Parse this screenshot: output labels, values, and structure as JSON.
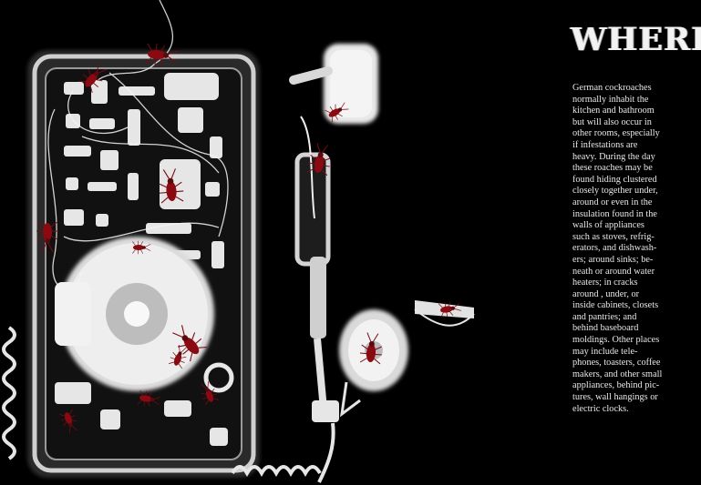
{
  "heading": "WHERE",
  "body_text": "German cockroaches\nnormally inhabit the\nkitchen and bathroom\nbut will also occur in\nother rooms, especially\nif infestations are\nheavy. During the day\nthese roaches may be\nfound hiding clustered\nclosely together under,\naround or even in the\ninsulation found in the\nwalls of appliances\nsuch as stoves, refrig-\nerators, and dishwash-\ners; around sinks; be-\nneath or around water\nheaters; in cracks\naround , under, or\ninside cabinets, closets\nand pantries; and\nbehind baseboard\nmoldings. Other places\nmay include tele-\nphones, toasters, coffee\nmakers, and other small\nappliances, behind pic-\ntures, wall hangings or\nelectric clocks.",
  "colors": {
    "background": "#000000",
    "xray_white": "#f0f0f0",
    "roach_red": "#8b0a12",
    "text": "#e8e8e8"
  },
  "icons": [
    "xray-telephone-illustration",
    "cockroach-icon"
  ]
}
